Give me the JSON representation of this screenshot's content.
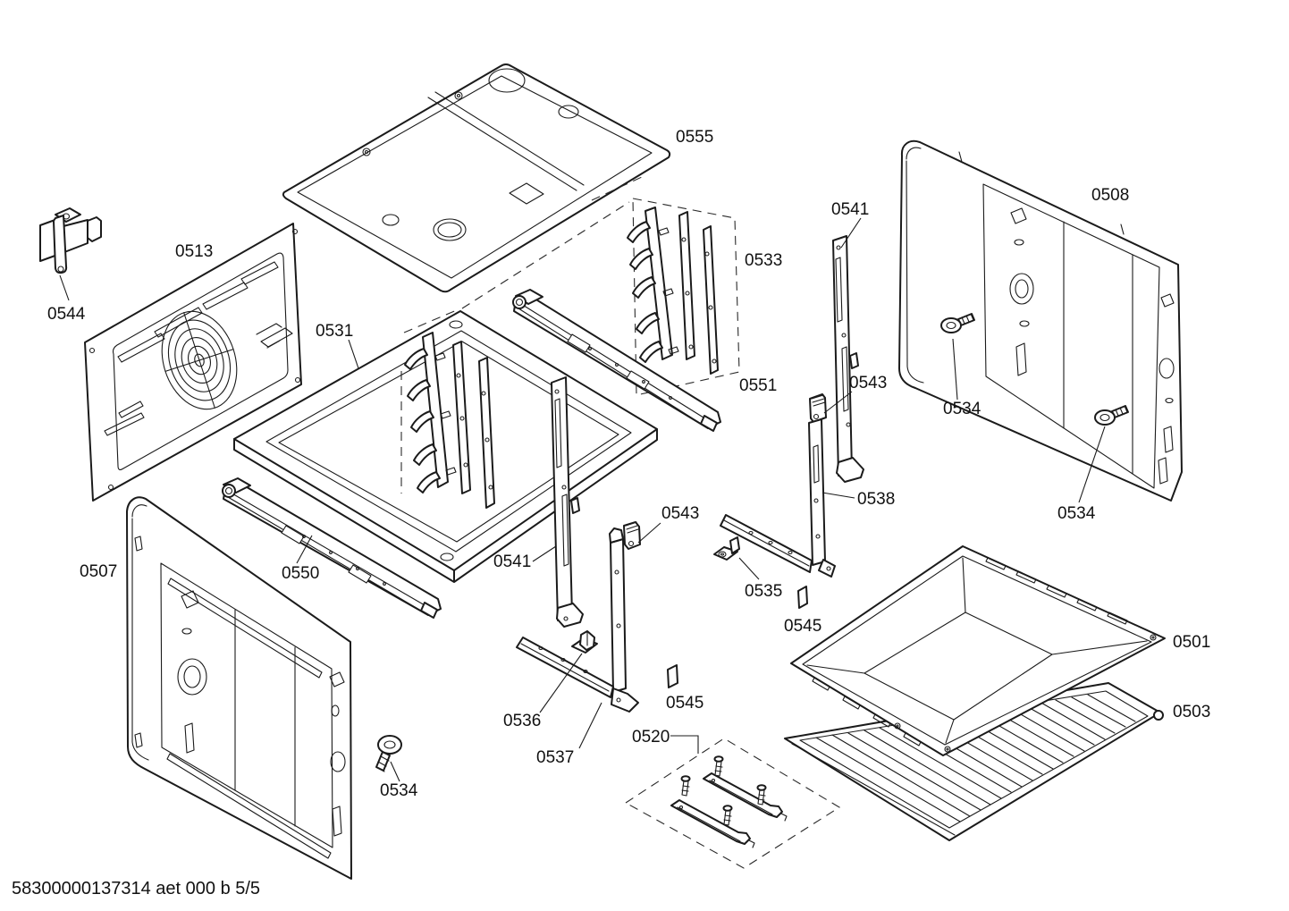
{
  "palette": {
    "background": "#ffffff",
    "line_color": "#1b1b1b"
  },
  "footer": {
    "text": "58300000137314 aet 000 b 5/5"
  },
  "diagram": {
    "kind": "exploded-parts-diagram",
    "labels": [
      {
        "text": "0555"
      },
      {
        "text": "0513"
      },
      {
        "text": "0544"
      },
      {
        "text": "0531"
      },
      {
        "text": "0533"
      },
      {
        "text": "0541"
      },
      {
        "text": "0508"
      },
      {
        "text": "0551"
      },
      {
        "text": "0543"
      },
      {
        "text": "0534"
      },
      {
        "text": "0534"
      },
      {
        "text": "0538"
      },
      {
        "text": "0543"
      },
      {
        "text": "0507"
      },
      {
        "text": "0550"
      },
      {
        "text": "0541"
      },
      {
        "text": "0535"
      },
      {
        "text": "0545"
      },
      {
        "text": "0501"
      },
      {
        "text": "0545"
      },
      {
        "text": "0503"
      },
      {
        "text": "0536"
      },
      {
        "text": "0537"
      },
      {
        "text": "0520"
      },
      {
        "text": "0534"
      }
    ]
  }
}
